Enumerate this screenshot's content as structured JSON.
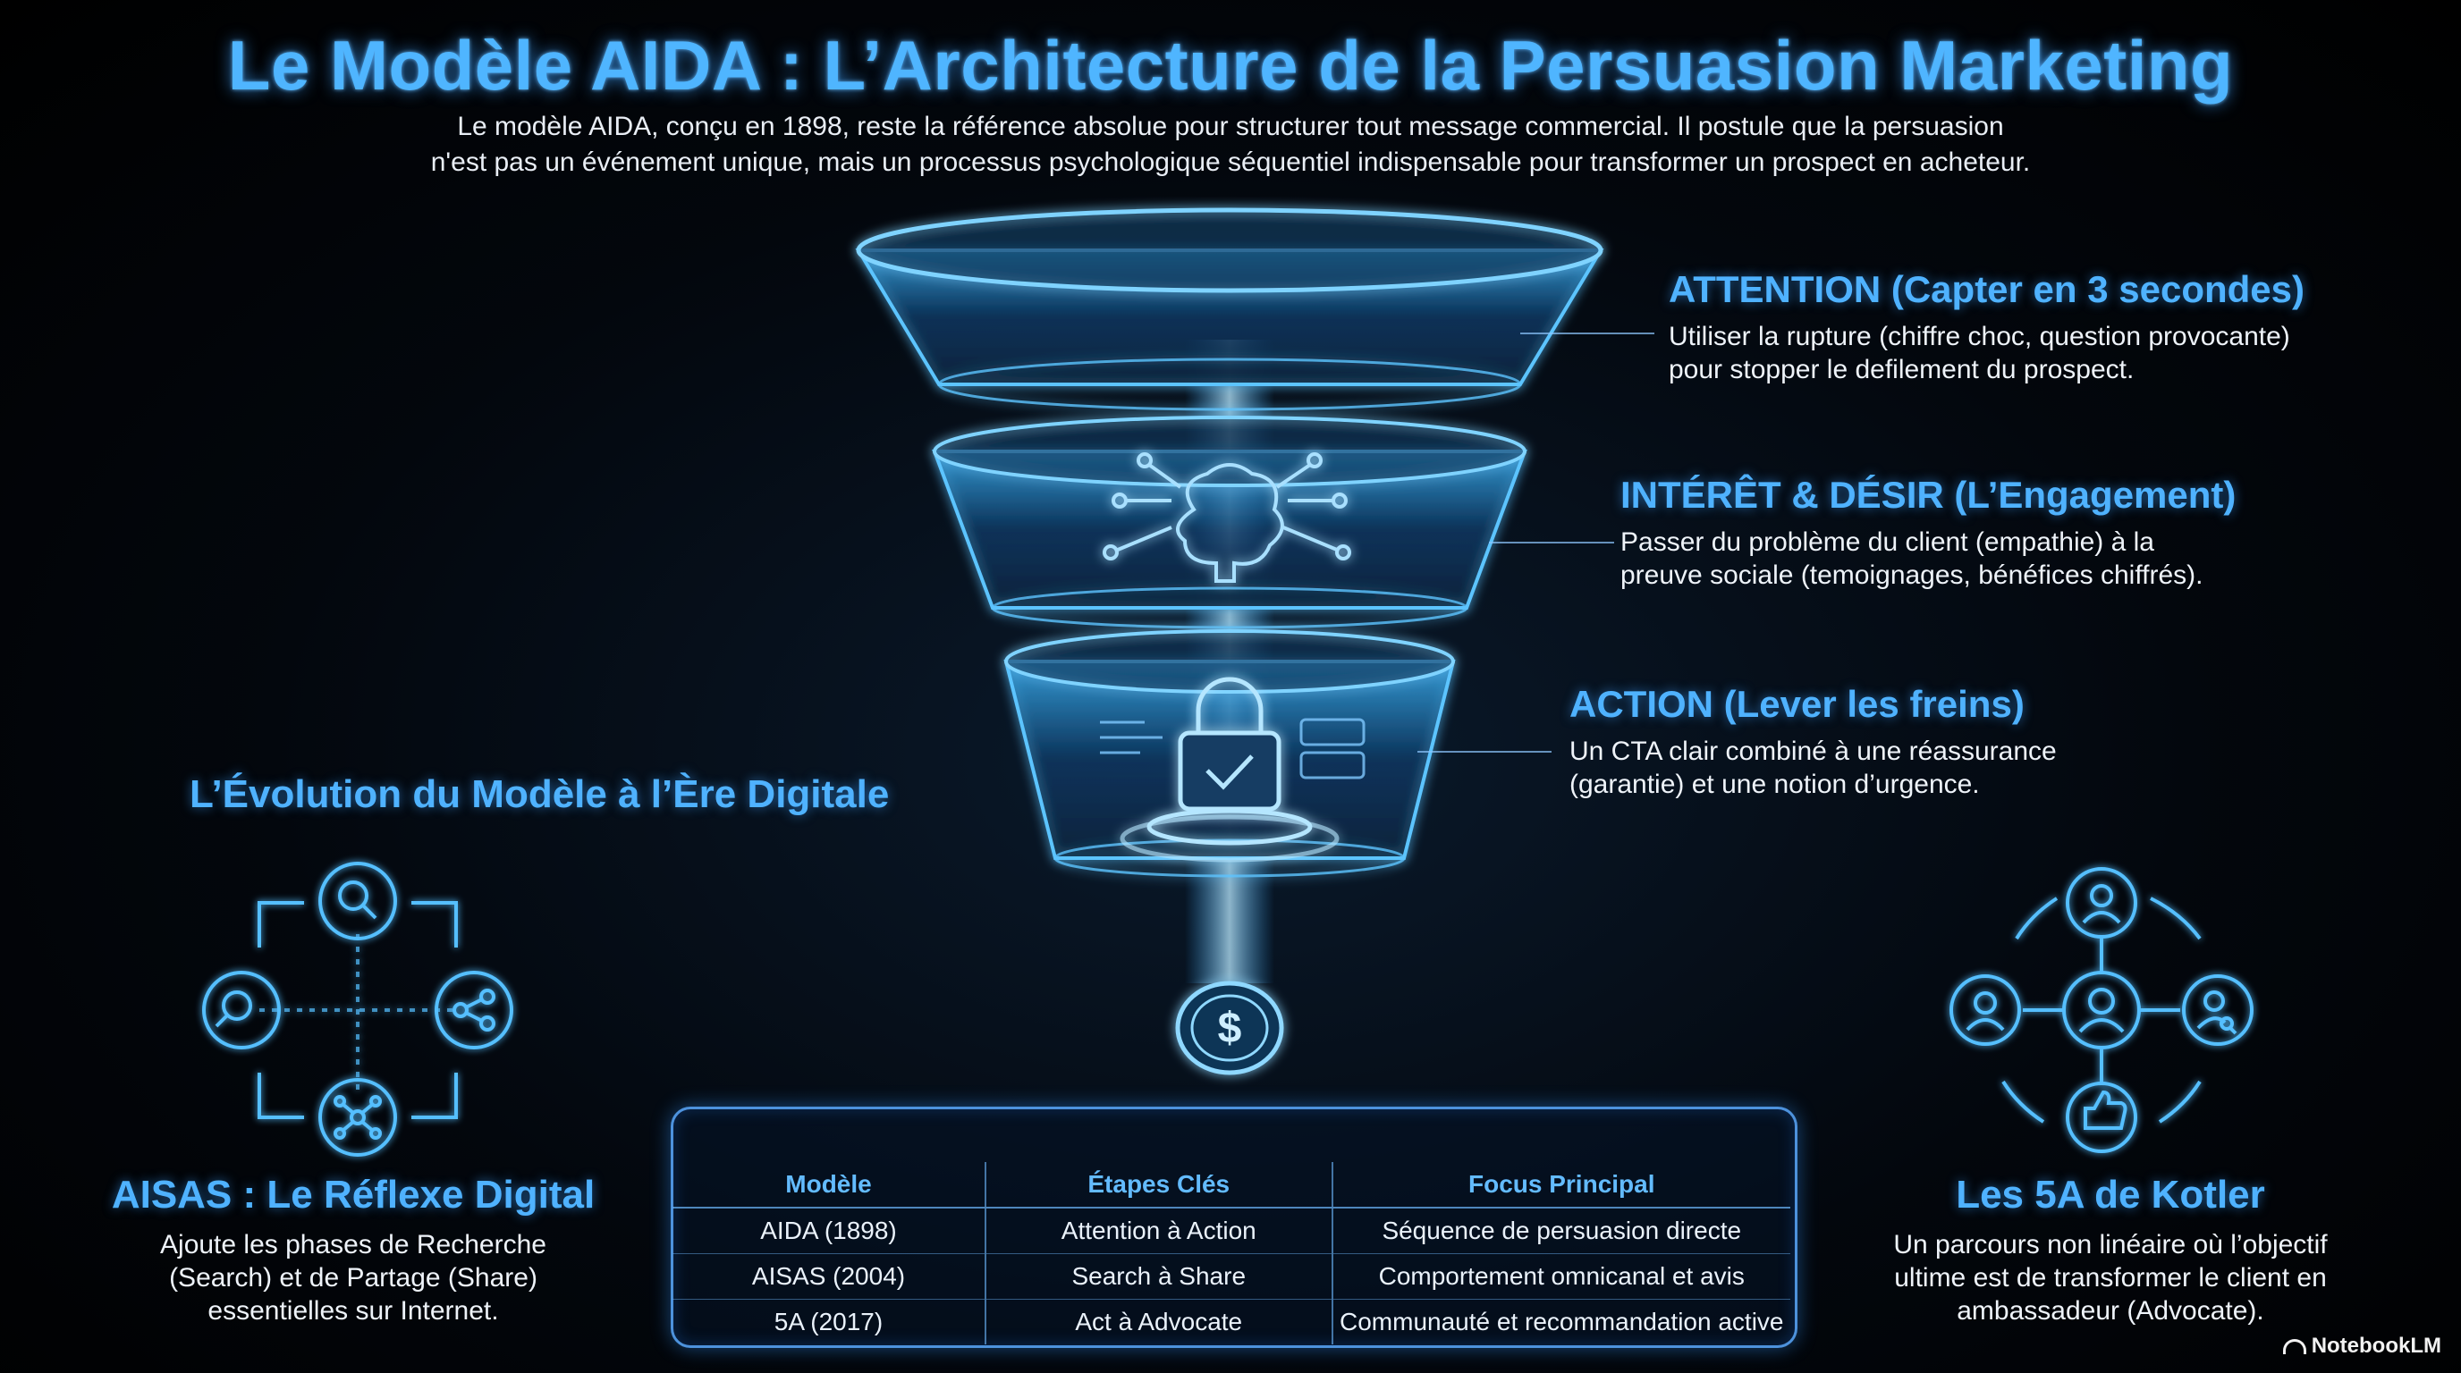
{
  "header": {
    "title": "Le Modèle AIDA : L’Architecture de la Persuasion Marketing",
    "intro_line1": "Le modèle AIDA, conçu en 1898, reste la référence absolue pour structurer tout message commercial. Il postule que la persuasion",
    "intro_line2": "n'est pas un événement unique, mais un processus psychologique séquentiel indispensable pour transformer un prospect en acheteur."
  },
  "stages": [
    {
      "title": "ATTENTION (Capter en 3 secondes)",
      "desc_line1": "Utiliser la rupture (chiffre choc, question provocante)",
      "desc_line2": "pour stopper le defilement du prospect."
    },
    {
      "title": "INTÉRÊT & DÉSIR (L’Engagement)",
      "desc_line1": "Passer du problème du client (empathie) à la",
      "desc_line2": "preuve sociale (temoignages, bénéfices chiffrés)."
    },
    {
      "title": "ACTION (Lever les freins)",
      "desc_line1": "Un CTA clair combiné à une réassurance",
      "desc_line2": "(garantie) et une notion d’urgence."
    }
  ],
  "evolution": {
    "heading": "L’Évolution du Modèle à l’Ère Digitale"
  },
  "aisas": {
    "title": "AISAS : Le Réflexe Digital",
    "desc_line1": "Ajoute les phases de Recherche",
    "desc_line2": "(Search) et de Partage (Share)",
    "desc_line3": "essentielles sur Internet."
  },
  "kotler": {
    "title": "Les 5A de Kotler",
    "desc_line1": "Un parcours non linéaire où l’objectif",
    "desc_line2": "ultime est de transformer le client en",
    "desc_line3": "ambassadeur (Advocate)."
  },
  "table": {
    "headers": [
      "Modèle",
      "Étapes Clés",
      "Focus Principal"
    ],
    "rows": [
      [
        "AIDA (1898)",
        "Attention à Action",
        "Séquence de persuasion directe"
      ],
      [
        "AISAS (2004)",
        "Search à Share",
        "Comportement omnicanal et avis"
      ],
      [
        "5A (2017)",
        "Act à Advocate",
        "Communauté et recommandation active"
      ]
    ]
  },
  "icons": {
    "funnel_mid": "brain-circuit-icon",
    "funnel_low": "padlock-check-icon",
    "coin": "dollar-coin-icon",
    "aisas": [
      "search-icon",
      "magnifier-icon",
      "share-icon",
      "network-icon"
    ],
    "kotler": [
      "person-icon",
      "person-icon",
      "group-person-icon",
      "person-search-icon",
      "thumbs-up-icon"
    ]
  },
  "brand": "NotebookLM",
  "colors": {
    "accent": "#4fb5ff",
    "glow": "#2fa8ff",
    "background": "#000000"
  }
}
